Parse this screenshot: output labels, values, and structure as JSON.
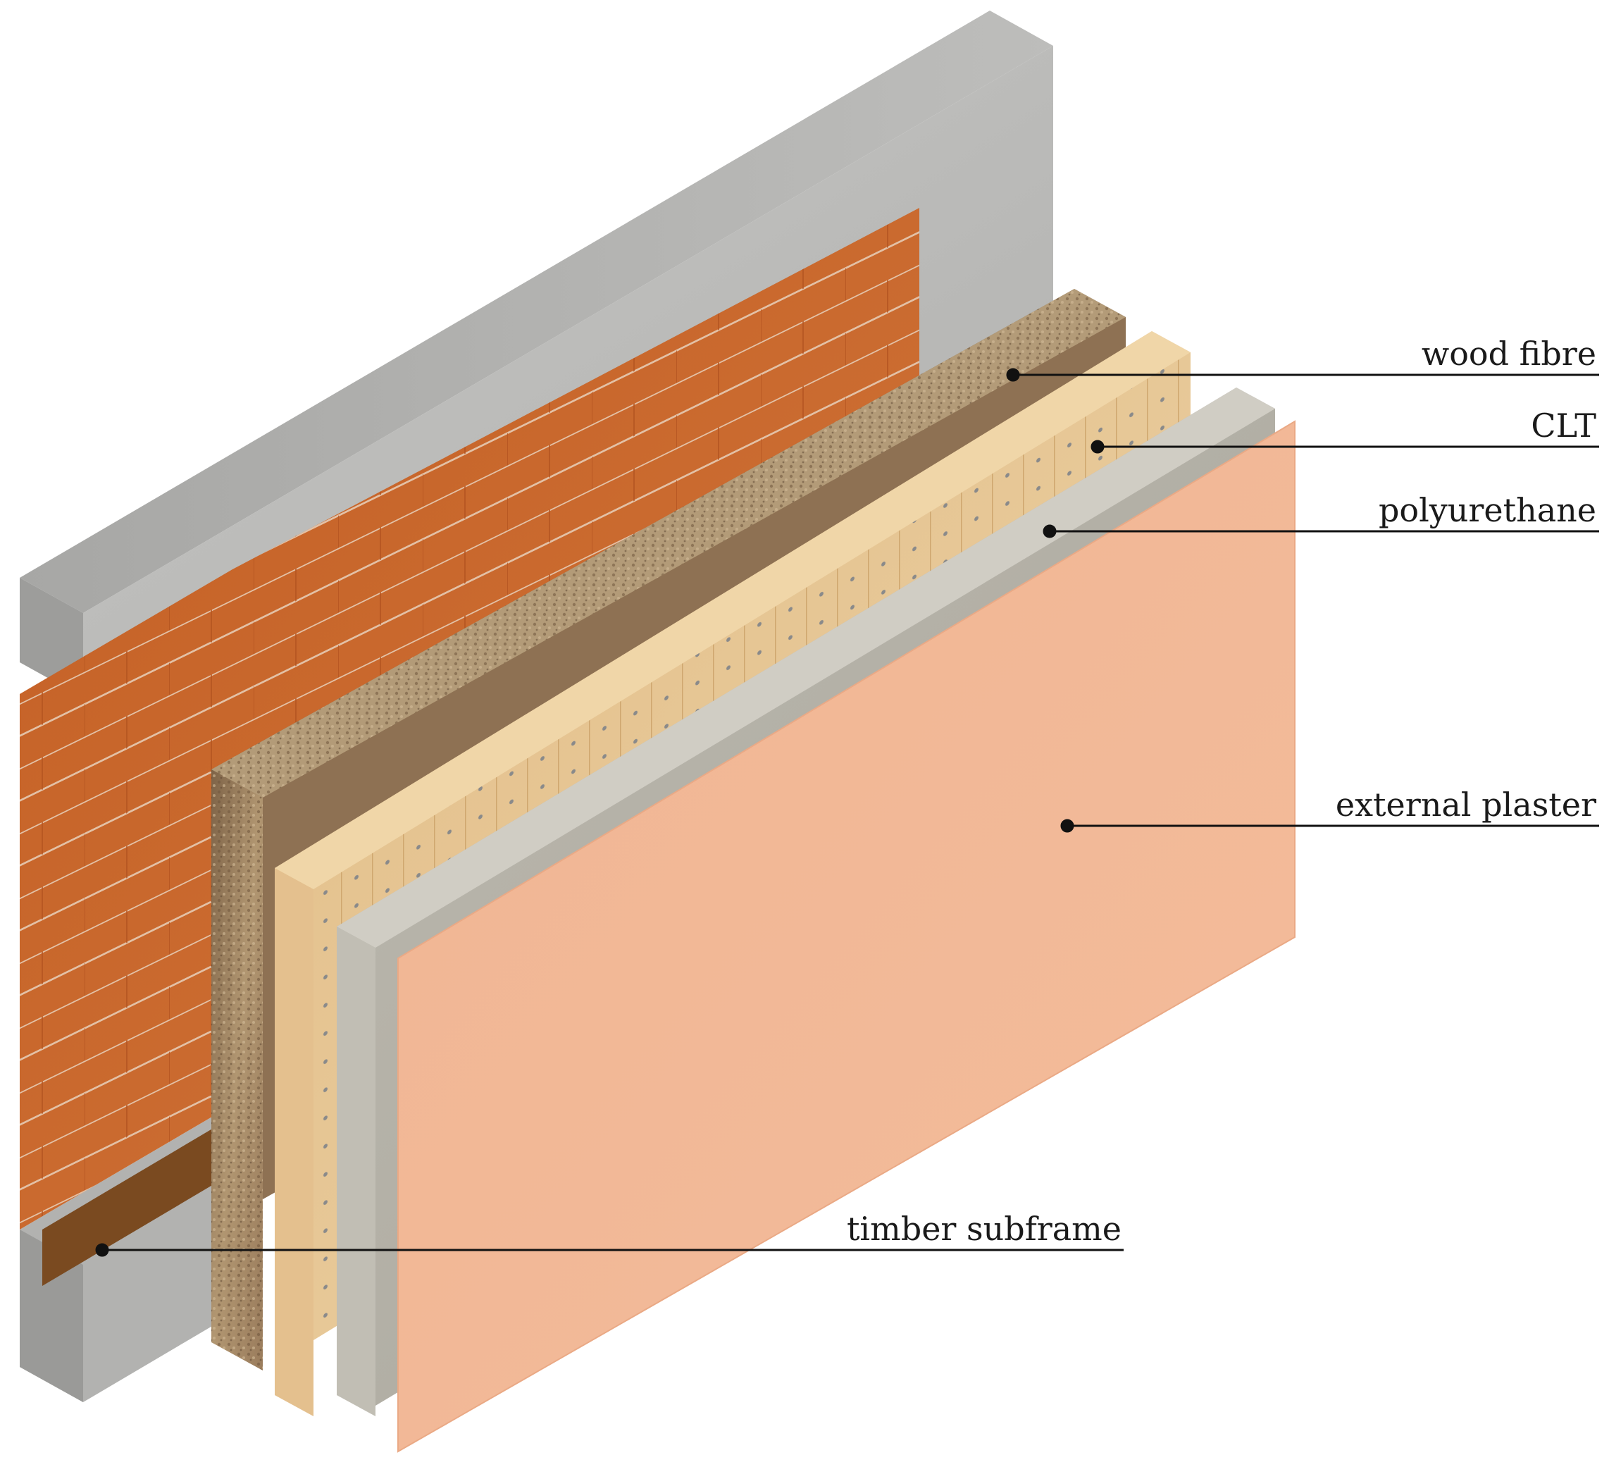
{
  "labels": {
    "wood_fibre": "wood fibre",
    "clt": "CLT",
    "polyurethane": "polyurethane",
    "external_plaster": "external plaster",
    "timber_subframe": "timber subframe"
  },
  "colors": {
    "concrete": "#b8b8b6",
    "brick": "#c8652a",
    "wood_fibre": "#a58866",
    "clt": "#e6c48f",
    "polyurethane": "#b5b2a7",
    "external_plaster": "#f2b795",
    "timber": "#7a4a20"
  }
}
